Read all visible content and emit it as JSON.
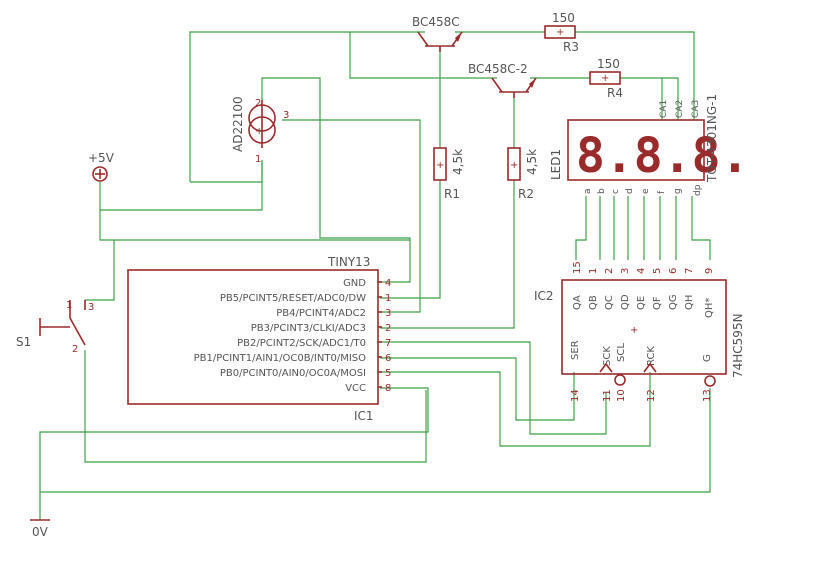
{
  "transistor1": {
    "name": "BC458C"
  },
  "transistor2": {
    "name": "BC458C-2"
  },
  "r3": {
    "value": "150",
    "ref": "R3"
  },
  "r4": {
    "value": "150",
    "ref": "R4"
  },
  "r1": {
    "value": "4,5k",
    "ref": "R1"
  },
  "r2": {
    "value": "4,5k",
    "ref": "R2"
  },
  "sensor": {
    "name": "AD22100",
    "pins": [
      "1",
      "2",
      "3"
    ]
  },
  "supply": {
    "label": "+5V"
  },
  "ground": {
    "label": "0V"
  },
  "switch": {
    "ref": "S1",
    "pins": [
      "1",
      "2",
      "3"
    ]
  },
  "display": {
    "name": "TOT-4301NG-1",
    "ref": "LED1",
    "digits_text": "8.8.8.",
    "common_pins": [
      "CA1",
      "CA2",
      "CA3"
    ],
    "segment_pins": [
      "a",
      "b",
      "c",
      "d",
      "e",
      "f",
      "g",
      "dp"
    ]
  },
  "mcu": {
    "name": "TINY13",
    "ref": "IC1",
    "pins": [
      {
        "label": "GND",
        "num": "4"
      },
      {
        "label": "PB5/PCINT5/RESET/ADC0/DW",
        "num": "1"
      },
      {
        "label": "PB4/PCINT4/ADC2",
        "num": "3"
      },
      {
        "label": "PB3/PCINT3/CLKI/ADC3",
        "num": "2"
      },
      {
        "label": "PB2/PCINT2/SCK/ADC1/T0",
        "num": "7"
      },
      {
        "label": "PB1/PCINT1/AIN1/OC0B/INT0/MISO",
        "num": "6"
      },
      {
        "label": "PB0/PCINT0/AIN0/OC0A/MOSI",
        "num": "5"
      },
      {
        "label": "VCC",
        "num": "8"
      }
    ]
  },
  "shift": {
    "name": "74HC595N",
    "ref": "IC2",
    "top_pins": [
      {
        "label": "QA",
        "num": "15"
      },
      {
        "label": "QB",
        "num": "1"
      },
      {
        "label": "QC",
        "num": "2"
      },
      {
        "label": "QD",
        "num": "3"
      },
      {
        "label": "QE",
        "num": "4"
      },
      {
        "label": "QF",
        "num": "5"
      },
      {
        "label": "QG",
        "num": "6"
      },
      {
        "label": "QH",
        "num": "7"
      },
      {
        "label": "QH*",
        "num": "9"
      }
    ],
    "bottom_pins": [
      {
        "label": "SER",
        "num": "14"
      },
      {
        "label": "SCK",
        "num": "11"
      },
      {
        "label": "SCL",
        "num": "10"
      },
      {
        "label": "RCK",
        "num": "12"
      },
      {
        "label": "G",
        "num": "13"
      }
    ]
  }
}
